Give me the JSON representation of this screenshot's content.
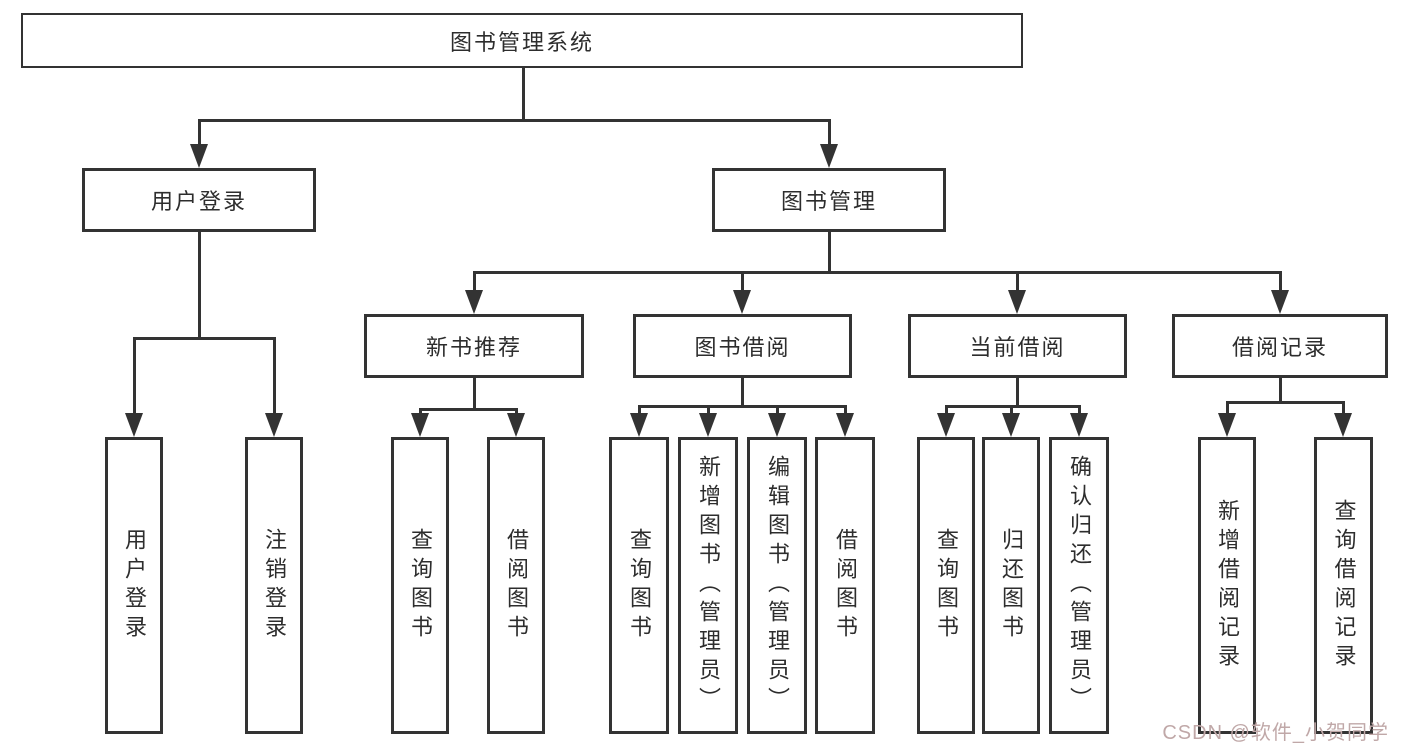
{
  "tree": {
    "label": "图书管理系统",
    "children": [
      {
        "label": "用户登录",
        "children": [
          {
            "label": "用户登录"
          },
          {
            "label": "注销登录"
          }
        ]
      },
      {
        "label": "图书管理",
        "children": [
          {
            "label": "新书推荐",
            "children": [
              {
                "label": "查询图书"
              },
              {
                "label": "借阅图书"
              }
            ]
          },
          {
            "label": "图书借阅",
            "children": [
              {
                "label": "查询图书"
              },
              {
                "label": "新增图书（管理员）"
              },
              {
                "label": "编辑图书（管理员）"
              },
              {
                "label": "借阅图书"
              }
            ]
          },
          {
            "label": "当前借阅",
            "children": [
              {
                "label": "查询图书"
              },
              {
                "label": "归还图书"
              },
              {
                "label": "确认归还（管理员）"
              }
            ]
          },
          {
            "label": "借阅记录",
            "children": [
              {
                "label": "新增借阅记录"
              },
              {
                "label": "查询借阅记录"
              }
            ]
          }
        ]
      }
    ]
  },
  "watermark": "CSDN @软件_小贺同学",
  "colors": {
    "line": "#333333",
    "text": "#2d2d2d",
    "background": "#ffffff",
    "watermark": "#c0a8a8"
  }
}
